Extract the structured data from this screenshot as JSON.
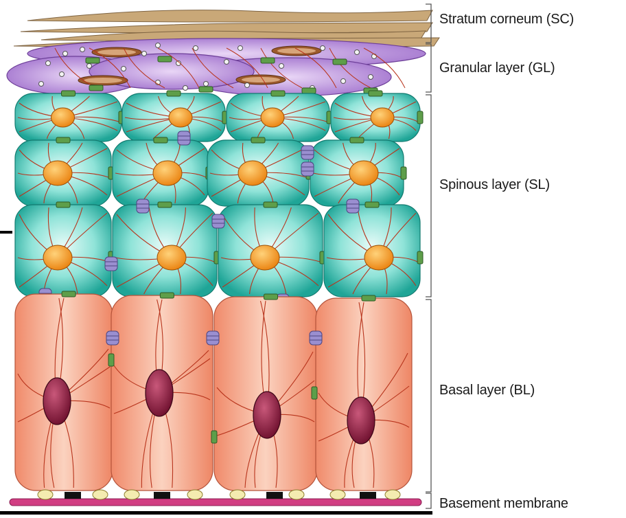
{
  "labels": {
    "stratum_corneum": "Stratum corneum (SC)",
    "granular_layer": "Granular layer (GL)",
    "spinous_layer": "Spinous layer (SL)",
    "basal_layer": "Basal layer (BL)",
    "basement_membrane": "Basement membrane"
  },
  "colors": {
    "corneum": "#c9a878",
    "granular": "#b58ad8",
    "spinous": "#2fbfae",
    "basal": "#f4a88e",
    "nucleus_spinous": "#f59a1a",
    "nucleus_basal": "#8b1e3f",
    "filament": "#b8341c",
    "desmosome": "#5e9e4a",
    "gap_junction": "#9a8fd0",
    "membrane": "#d13d82"
  }
}
